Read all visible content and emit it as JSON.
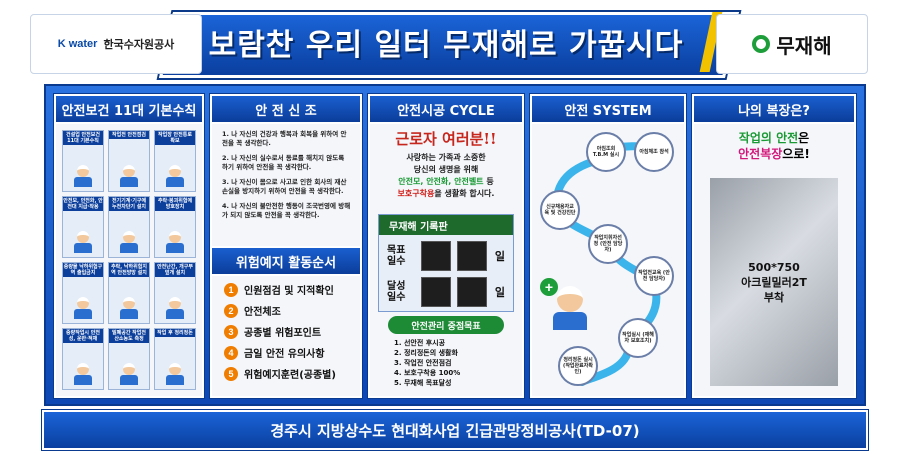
{
  "header": {
    "logo_mark": "K water",
    "logo_org": "한국수자원공사",
    "title": "보람찬 우리 일터 무재해로 가꿉시다",
    "right_logo": "무재해"
  },
  "panel1": {
    "title": "안전보건 11대 기본수칙",
    "cells": [
      "건설업 안전보건 11대 기본수칙",
      "작업전 안전점검",
      "작업장 안전통로 확보",
      "안전모, 안전화, 안전대 지급·착용",
      "전기기계·기구에 누전차단기 설치",
      "추락·붕괴위험에 방호장치",
      "중량물 낙하위험구역 출입금지",
      "추락, 낙하위험지역 안전방망 설치",
      "안전난간, 개구부 덮개 설치",
      "중량작업시 안전성, 운반·적재",
      "밀폐공간 작업전 산소농도 측정",
      "작업 후 정리정돈"
    ]
  },
  "panel2": {
    "title": "안 전 신 조",
    "rules": [
      "1. 나 자신의 건강과 행복과 회복을 위하여 안전을 꼭 생각한다.",
      "2. 나 자신의 실수로서 동료를 해치지 않도록 하기 위하여 안전을 꼭 생각한다.",
      "3. 나 자신이 몸으로 사고로 인한 회사의 재산 손실을 방지하기 위하여 안전을 꼭 생각한다.",
      "4. 나 자신의 불안전한 행동이 조국번영에 방해가 되지 않도록 안전을 꼭 생각한다."
    ],
    "sub_title": "위험예지 활동순서",
    "steps": [
      {
        "num": "1",
        "label": "인원점검 및 지적확인"
      },
      {
        "num": "2",
        "label": "안전체조"
      },
      {
        "num": "3",
        "label": "공종별 위험포인트"
      },
      {
        "num": "4",
        "label": "금일 안전 유의사항"
      },
      {
        "num": "5",
        "label": "위험예지훈련(공종별)"
      }
    ]
  },
  "panel3": {
    "title": "안전시공 CYCLE",
    "heading": "근로자 여러분!!",
    "line1": "사랑하는 가족과 소중한",
    "line2": "당신의 생명을 위해",
    "line3_green": "안전모, 안전화, 안전벨트",
    "line3_tail": " 등",
    "line4_red": "보호구착용",
    "line4_tail": "을 생활화 합시다.",
    "record_title": "무재해 기록판",
    "target_label": "목표 일수",
    "achieve_label": "달성 일수",
    "day_unit": "일",
    "goal_title": "안전관리 중점목표",
    "goals": [
      "1. 선안전 후시공",
      "2. 정리정돈의 생활화",
      "3. 작업전 안전점검",
      "4. 보호구착용 100%",
      "5. 무재해 목표달성"
    ]
  },
  "panel4": {
    "title": "안전 SYSTEM",
    "nodes": [
      "아침조회 T.B.M 실시",
      "아침체조 참석",
      "신규채용자교육 및 건강진단",
      "작업지휘자선정 (안전 담당자)",
      "작업전교육 (안전 담당자)",
      "작업실시 (재해자 보호조치)",
      "정리정돈 실시 (작업완료자확인)"
    ]
  },
  "panel5": {
    "title": "나의 복장은?",
    "q_line1_red": "작업의 안전",
    "q_line1_tail": "은",
    "q_line2_pink": "안전복장",
    "q_line2_tail": "으로!",
    "mirror_size": "500*750",
    "mirror_material": "아크릴밀러2T",
    "mirror_note": "부착"
  },
  "footer": {
    "text": "경주시 지방상수도 현대화사업 긴급관망정비공사(TD-07)"
  }
}
